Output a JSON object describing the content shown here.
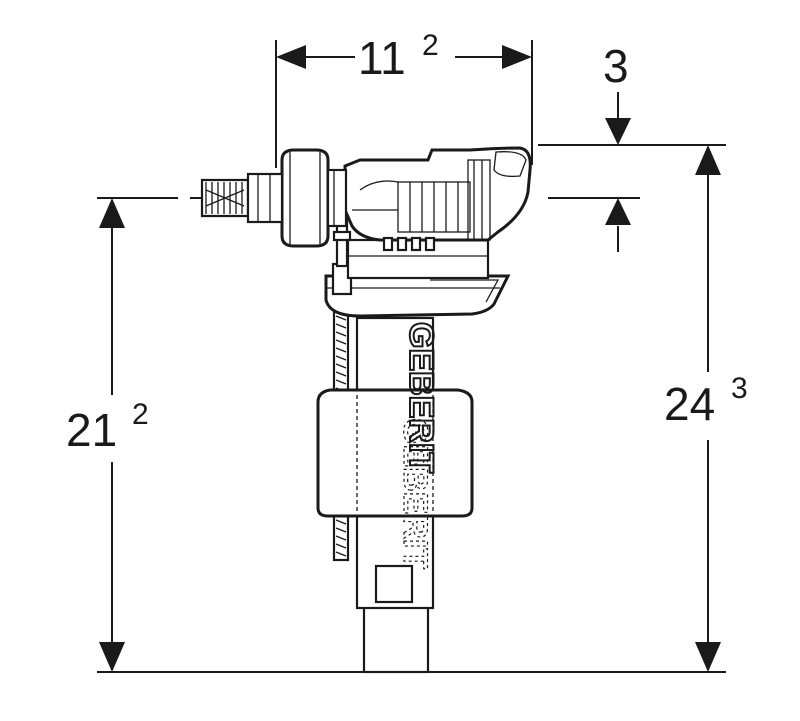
{
  "dimensions": {
    "top_width": {
      "main": "11",
      "sup": "2"
    },
    "top_offset": {
      "main": "3",
      "sup": ""
    },
    "left_height": {
      "main": "21",
      "sup": "2"
    },
    "right_height": {
      "main": "24",
      "sup": "3"
    }
  },
  "brand": {
    "text_upper": "GEBERIT",
    "text_lower": "GEBERIT"
  },
  "colors": {
    "line": "#1a1a1a",
    "background": "#ffffff"
  }
}
